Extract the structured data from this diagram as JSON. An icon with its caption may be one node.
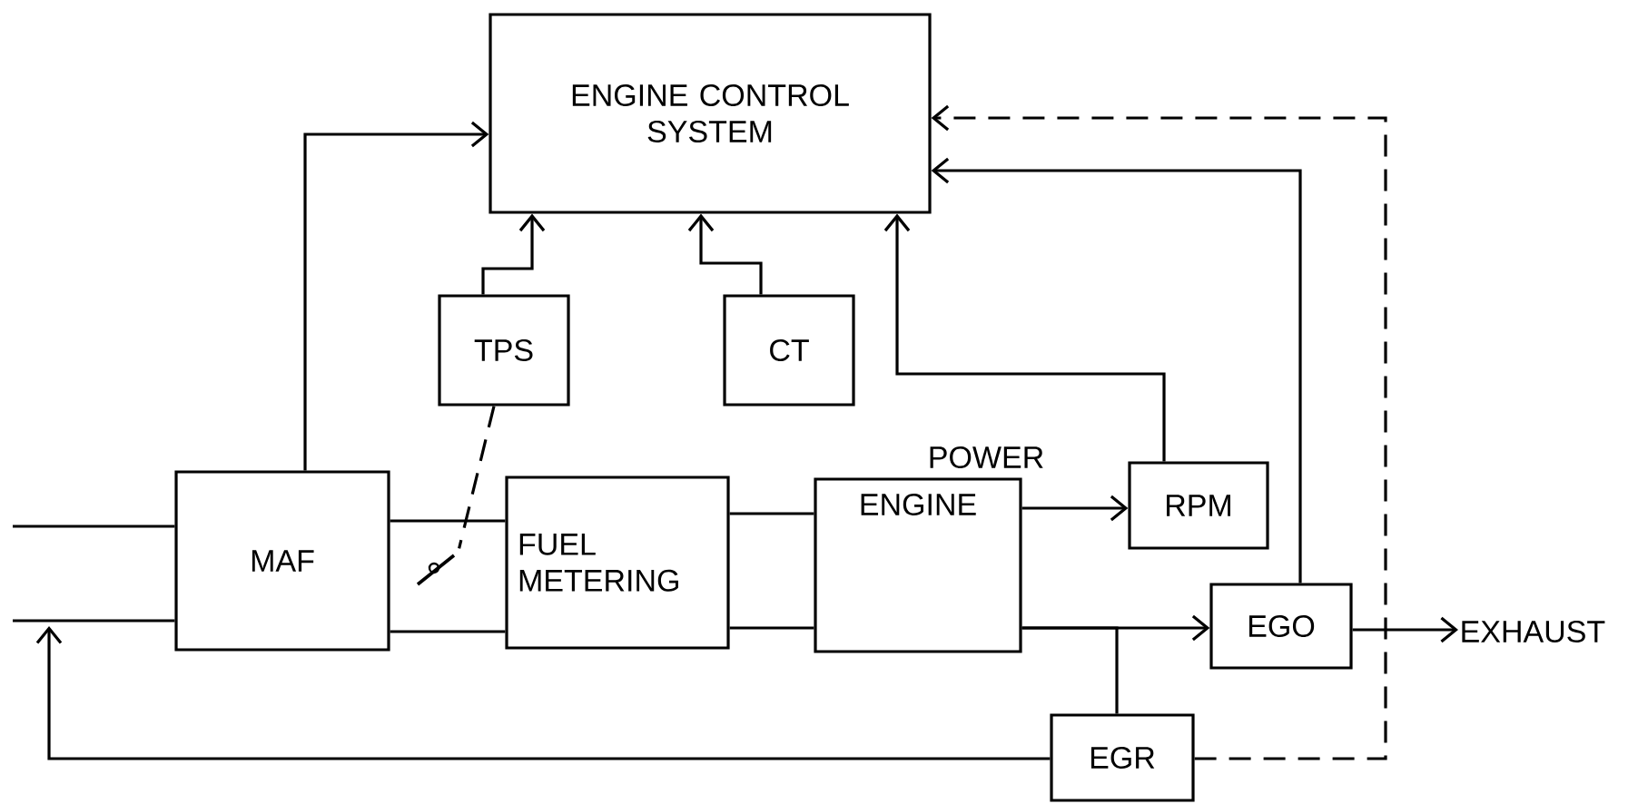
{
  "diagram": {
    "nodes": [
      {
        "text": [
          "ENGINE CONTROL SYSTEM"
        ]
      },
      {
        "text": [
          "TPS"
        ]
      },
      {
        "text": [
          "CT"
        ]
      },
      {
        "text": [
          "MAF"
        ]
      },
      {
        "text": [],
        "shape": "picture"
      },
      {
        "text": [
          "FUEL METERING"
        ]
      },
      {
        "text": [
          "ENGINE"
        ]
      },
      {
        "text": [
          "RPM"
        ]
      },
      {
        "text": [
          "EGO"
        ]
      },
      {
        "text": [
          "EXHAUST"
        ]
      },
      {
        "text": [
          "EGR"
        ]
      }
    ],
    "edges": [
      {
        "from": 3,
        "to": 0,
        "arrow": "to"
      },
      {
        "from": 1,
        "to": 0,
        "arrow": "to"
      },
      {
        "from": 2,
        "to": 0,
        "arrow": "to"
      },
      {
        "from": 7,
        "to": 0,
        "arrow": "to"
      },
      {
        "from": 8,
        "to": 0,
        "arrow": "to"
      },
      {
        "from": 10,
        "to": 0,
        "arrow": "to",
        "style": "dashed"
      },
      {
        "from": null,
        "to": 3,
        "arrow": "none"
      },
      {
        "from": 3,
        "to": 5,
        "arrow": "none"
      },
      {
        "from": 5,
        "to": 6,
        "arrow": "none"
      },
      {
        "from": 6,
        "to": 7,
        "arrow": "to",
        "label": "POWER"
      },
      {
        "from": 6,
        "to": 8,
        "arrow": "to"
      },
      {
        "from": 6,
        "to": 10,
        "arrow": "none"
      },
      {
        "from": 8,
        "to": 9,
        "arrow": "to"
      },
      {
        "from": 1,
        "to": 4,
        "arrow": "none",
        "style": "dashed"
      },
      {
        "from": 10,
        "to": null,
        "arrow": "to"
      }
    ]
  }
}
